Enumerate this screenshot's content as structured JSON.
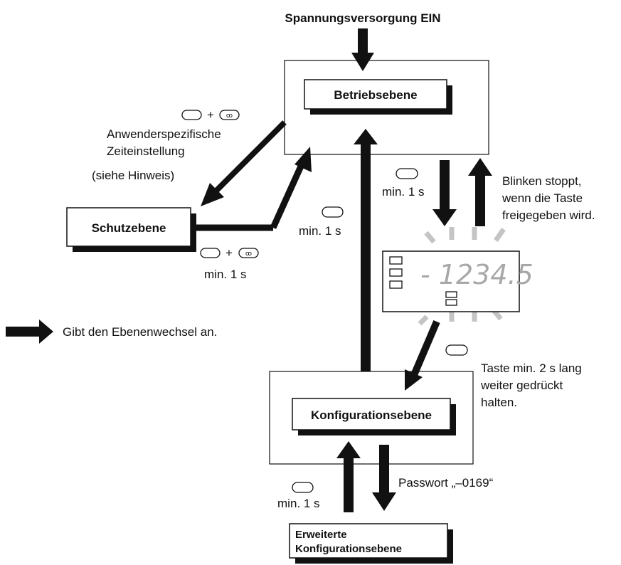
{
  "power_label": "Spannungsversorgung EIN",
  "levels": {
    "operation": "Betriebsebene",
    "protection": "Schutzebene",
    "configuration": "Konfigurationsebene",
    "extended_line1": "Erweiterte",
    "extended_line2": "Konfigurationsebene"
  },
  "annotations": {
    "plus": "+",
    "custom_line1": "Anwenderspezifische",
    "custom_line2": "Zeiteinstellung",
    "see_note": "(siehe Hinweis)",
    "min1s": "min. 1 s",
    "blink_line1": "Blinken stoppt,",
    "blink_line2": "wenn die Taste",
    "blink_line3": "freigegeben wird.",
    "hold_line1": "Taste min. 2 s lang",
    "hold_line2": "weiter gedrückt",
    "hold_line3": "halten.",
    "password": "Passwort „–0169“"
  },
  "legend": "Gibt den Ebenenwechsel an.",
  "display_value": "- 1234.5"
}
